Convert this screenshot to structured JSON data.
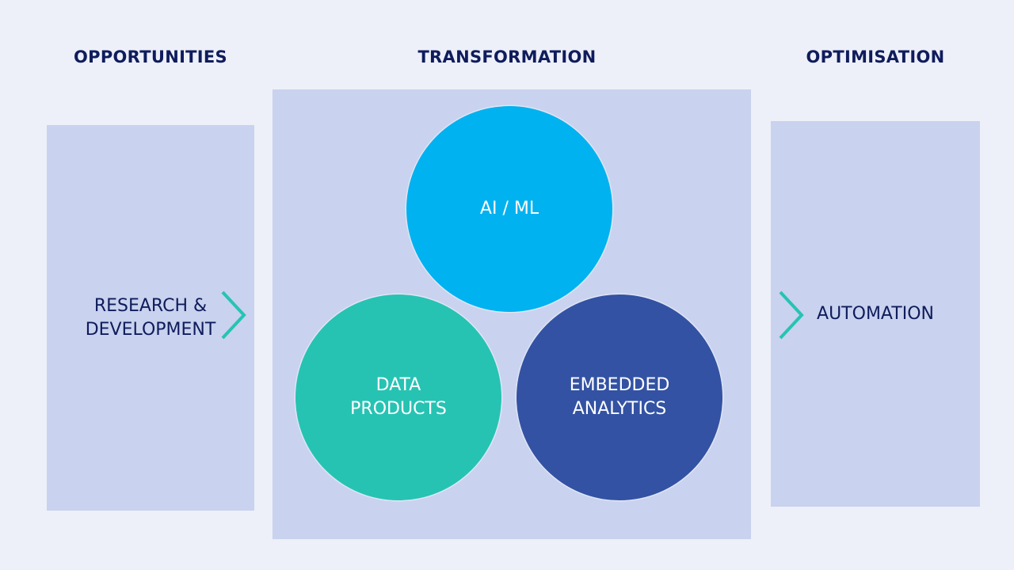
{
  "headers": {
    "opportunities": "OPPORTUNITIES",
    "transformation": "TRANSFORMATION",
    "optimisation": "OPTIMISATION"
  },
  "opportunities": {
    "line1": "RESEARCH &",
    "line2": "DEVELOPMENT"
  },
  "transformation": {
    "ai_ml": "AI / ML",
    "data_products_1": "DATA",
    "data_products_2": "PRODUCTS",
    "embedded_1": "EMBEDDED",
    "embedded_2": "ANALYTICS"
  },
  "optimisation": {
    "automation": "AUTOMATION"
  },
  "colors": {
    "ai_ml": "#00b2f0",
    "data_products": "#26c3b3",
    "embedded_analytics": "#3352a3",
    "chevron": "#26c3b3",
    "text": "#0f1c5c"
  }
}
